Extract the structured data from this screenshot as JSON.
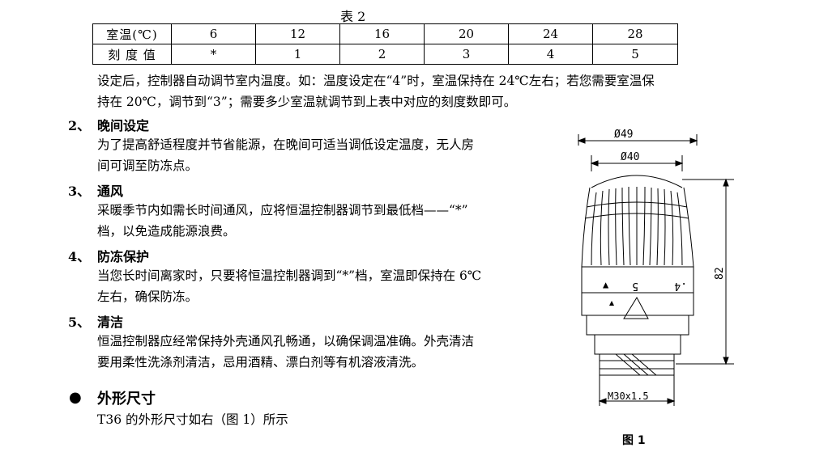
{
  "table": {
    "caption": "表 2",
    "row1": [
      "室温(℃)",
      "6",
      "12",
      "16",
      "20",
      "24",
      "28"
    ],
    "row2": [
      "刻 度 值",
      "*",
      "1",
      "2",
      "3",
      "4",
      "5"
    ]
  },
  "intro": {
    "line1": "设定后，控制器自动调节室内温度。如：温度设定在“4”时，室温保持在 24℃左右；若您需要室温保",
    "line2": "持在 20℃，调节到“3”；需要多少室温就调节到上表中对应的刻度数即可。"
  },
  "sections": [
    {
      "num": "2、",
      "title": "晚间设定",
      "lines": [
        "为了提高舒适程度并节省能源，在晚间可适当调低设定温度，无人房",
        "间可调至防冻点。"
      ]
    },
    {
      "num": "3、",
      "title": "通风",
      "lines": [
        "采暖季节内如需长时间通风，应将恒温控制器调节到最低档——“*”",
        "档，以免造成能源浪费。"
      ]
    },
    {
      "num": "4、",
      "title": "防冻保护",
      "lines": [
        "当您长时间离家时，只要将恒温控制器调到“*”档，室温即保持在 6℃",
        "左右，确保防冻。"
      ]
    },
    {
      "num": "5、",
      "title": "清洁",
      "lines": [
        "恒温控制器应经常保持外壳通风孔畅通，以确保调温准确。外壳清洁",
        "要用柔性洗涤剂清洁，忌用酒精、漂白剂等有机溶液清洗。"
      ]
    }
  ],
  "outline": {
    "bullet": "●",
    "heading": "外形尺寸",
    "text": "T36 的外形尺寸如右（图 1）所示"
  },
  "figure": {
    "dim_outer": "Ø49",
    "dim_inner": "Ø40",
    "dim_height": "82",
    "dim_thread": "M30x1.5",
    "scale_marks": [
      "▲",
      "5",
      ".4"
    ],
    "label": "图 1"
  }
}
